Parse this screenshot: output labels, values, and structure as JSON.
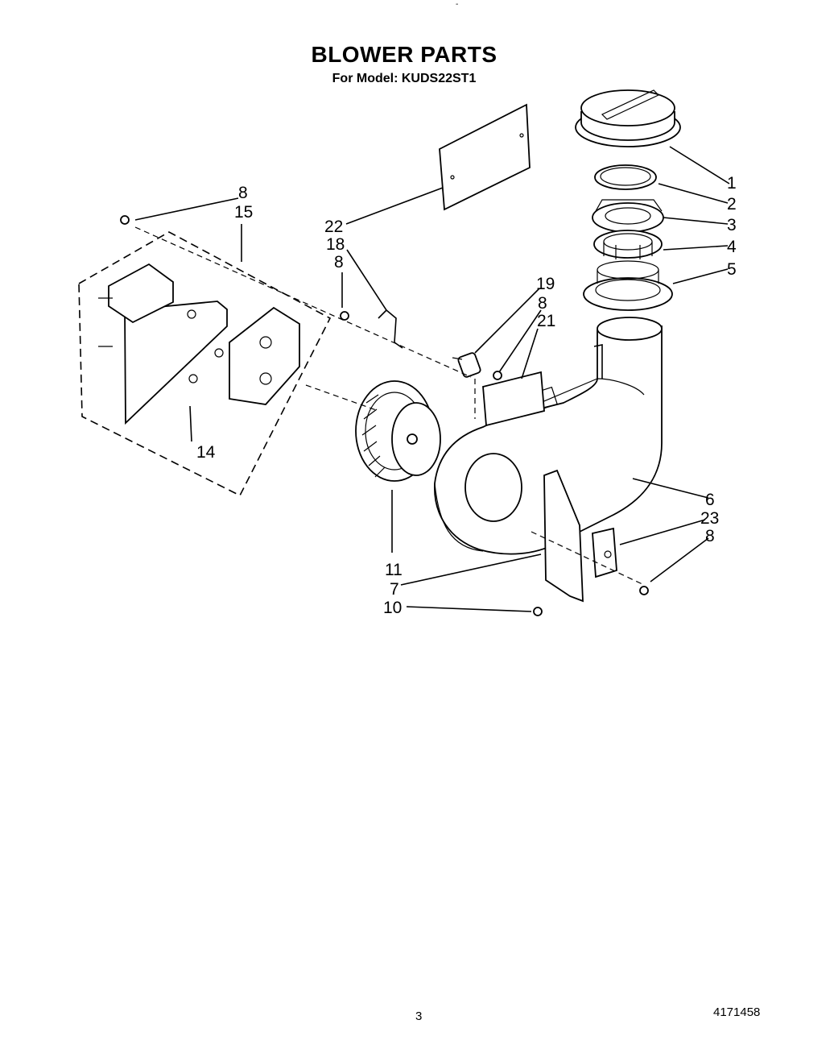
{
  "title": "BLOWER PARTS",
  "subtitle": "For Model: KUDS22ST1",
  "page_number": "3",
  "document_number": "4171458",
  "top_mark": "-",
  "callouts": {
    "c1": "1",
    "c2": "2",
    "c3": "3",
    "c4": "4",
    "c5": "5",
    "c6": "6",
    "c7": "7",
    "c8a": "8",
    "c8b": "8",
    "c8c": "8",
    "c8d": "8",
    "c10": "10",
    "c11": "11",
    "c14": "14",
    "c15": "15",
    "c18": "18",
    "c19": "19",
    "c21": "21",
    "c22": "22",
    "c23": "23"
  }
}
